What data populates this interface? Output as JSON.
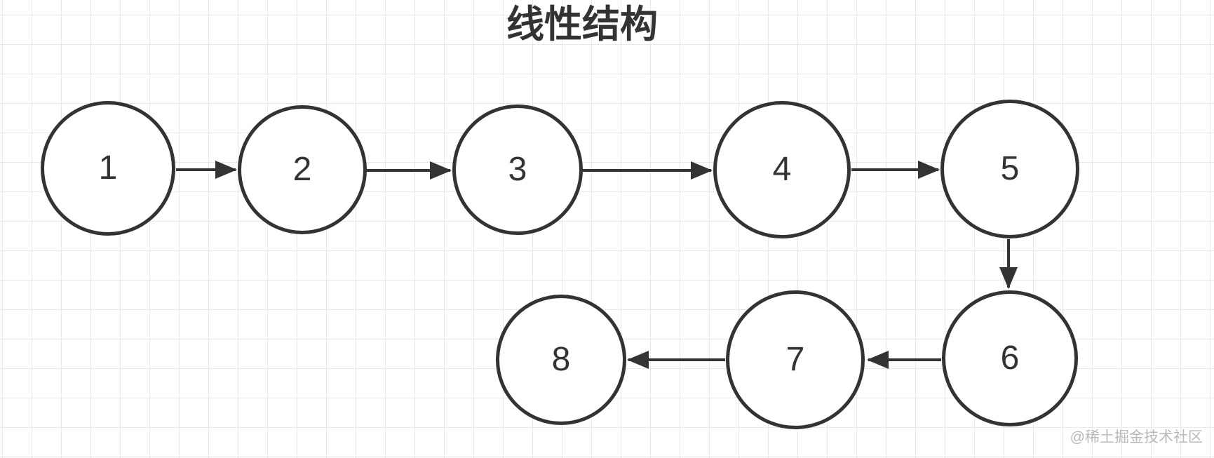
{
  "diagram": {
    "title": "线性结构",
    "type": "linear-linked-structure",
    "nodes": [
      {
        "id": "1",
        "label": "1"
      },
      {
        "id": "2",
        "label": "2"
      },
      {
        "id": "3",
        "label": "3"
      },
      {
        "id": "4",
        "label": "4"
      },
      {
        "id": "5",
        "label": "5"
      },
      {
        "id": "6",
        "label": "6"
      },
      {
        "id": "7",
        "label": "7"
      },
      {
        "id": "8",
        "label": "8"
      }
    ],
    "edges": [
      {
        "from": "1",
        "to": "2",
        "direction": "right"
      },
      {
        "from": "2",
        "to": "3",
        "direction": "right"
      },
      {
        "from": "3",
        "to": "4",
        "direction": "right"
      },
      {
        "from": "4",
        "to": "5",
        "direction": "right"
      },
      {
        "from": "5",
        "to": "6",
        "direction": "down"
      },
      {
        "from": "6",
        "to": "7",
        "direction": "left"
      },
      {
        "from": "7",
        "to": "8",
        "direction": "left"
      }
    ],
    "watermark": "@稀土掘金技术社区",
    "colors": {
      "node_stroke": "#333333",
      "node_fill": "#ffffff",
      "edge": "#333333",
      "grid_line": "#e9e9e9",
      "background": "#ffffff",
      "title_text": "#333333",
      "watermark_text": "#b9b9b9"
    }
  }
}
